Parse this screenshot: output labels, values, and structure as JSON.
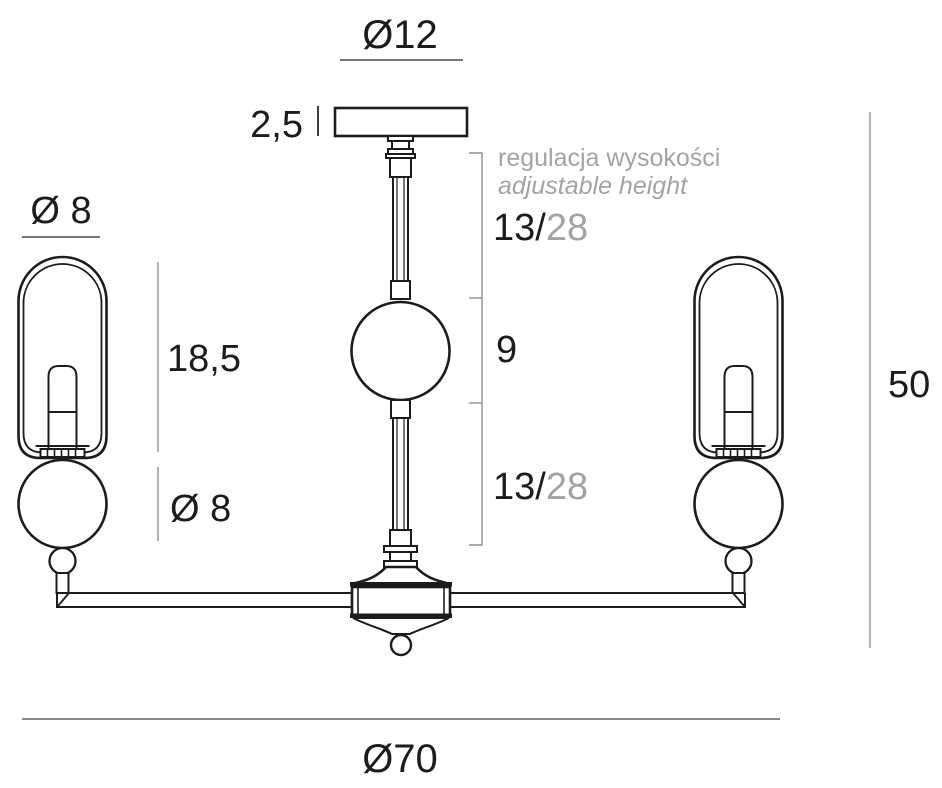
{
  "colors": {
    "line": "#1c1c1c",
    "dimension_line": "#999999",
    "muted_text": "#a3a3a3",
    "text": "#1c1c1c",
    "background": "#ffffff"
  },
  "labels": {
    "canopy_diameter": "Ø12",
    "canopy_thickness": "2,5",
    "note_pl": "regulacja wysokości",
    "note_en": "adjustable height",
    "upper_rod_min": "13/",
    "upper_rod_max": "28",
    "sphere_section_height": "9",
    "lower_rod_min": "13/",
    "lower_rod_max": "28",
    "shade_diameter": "Ø 8",
    "shade_section_height": "18,5",
    "ball_diameter": "Ø 8",
    "total_height": "50",
    "total_diameter": "Ø70"
  }
}
